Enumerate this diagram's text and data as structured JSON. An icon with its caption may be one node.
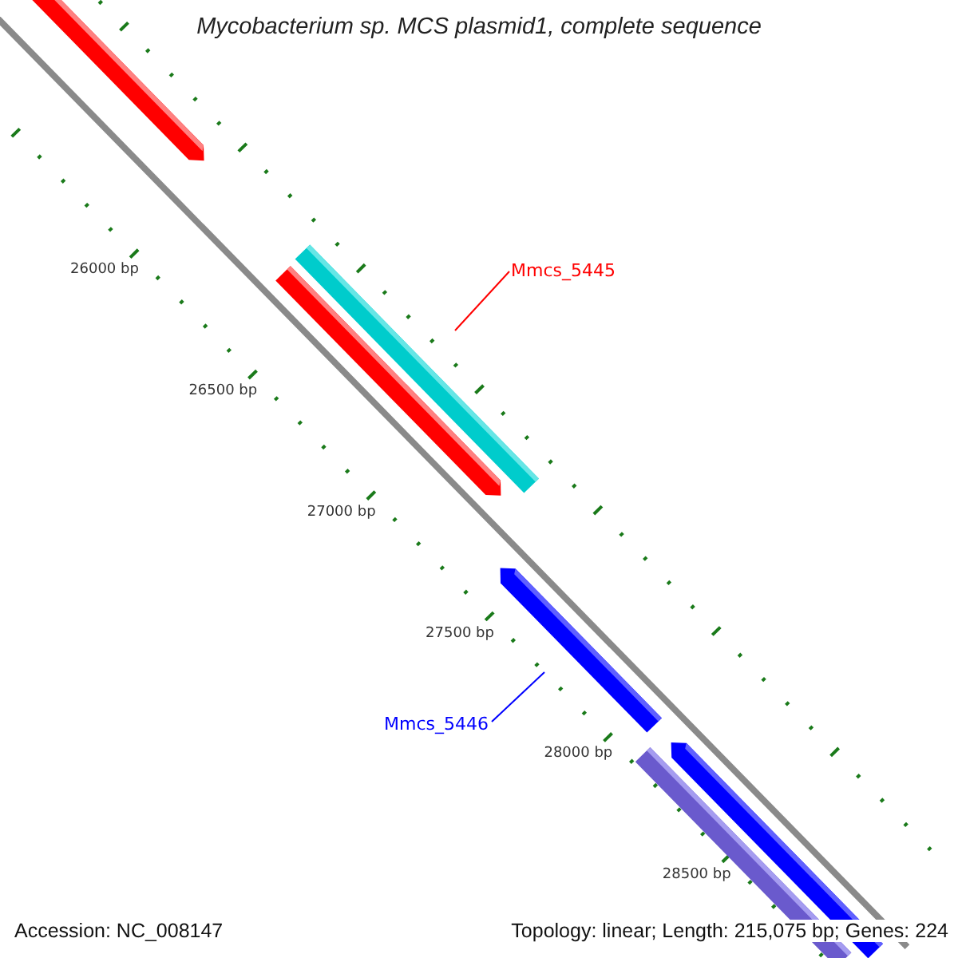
{
  "diagram": {
    "title": "Mycobacterium sp. MCS plasmid1, complete sequence",
    "nodes": [
      {
        "text": [],
        "shape": "bar"
      },
      {
        "text": [],
        "shape": "bar"
      },
      {
        "text": [
          "Mmcs_5445"
        ]
      },
      {
        "text": [],
        "shape": "bar"
      },
      {
        "text": [],
        "shape": "bar"
      },
      {
        "text": [
          "Mmcs_5446"
        ]
      },
      {
        "text": [],
        "shape": "bar"
      },
      {
        "text": [],
        "shape": "bar"
      }
    ],
    "edges": [
      {
        "from": 2,
        "to": 3,
        "arrow": "none",
        "color": "#ff0000"
      },
      {
        "from": 5,
        "to": 4,
        "arrow": "none",
        "color": "#0000ff"
      }
    ],
    "labels": [
      "26000 bp",
      "26500 bp",
      "27000 bp",
      "27500 bp",
      "28000 bp",
      "28500 bp",
      "Accession: NC_008147",
      "Topology: linear; Length: 215,075 bp; Genes: 224"
    ]
  }
}
